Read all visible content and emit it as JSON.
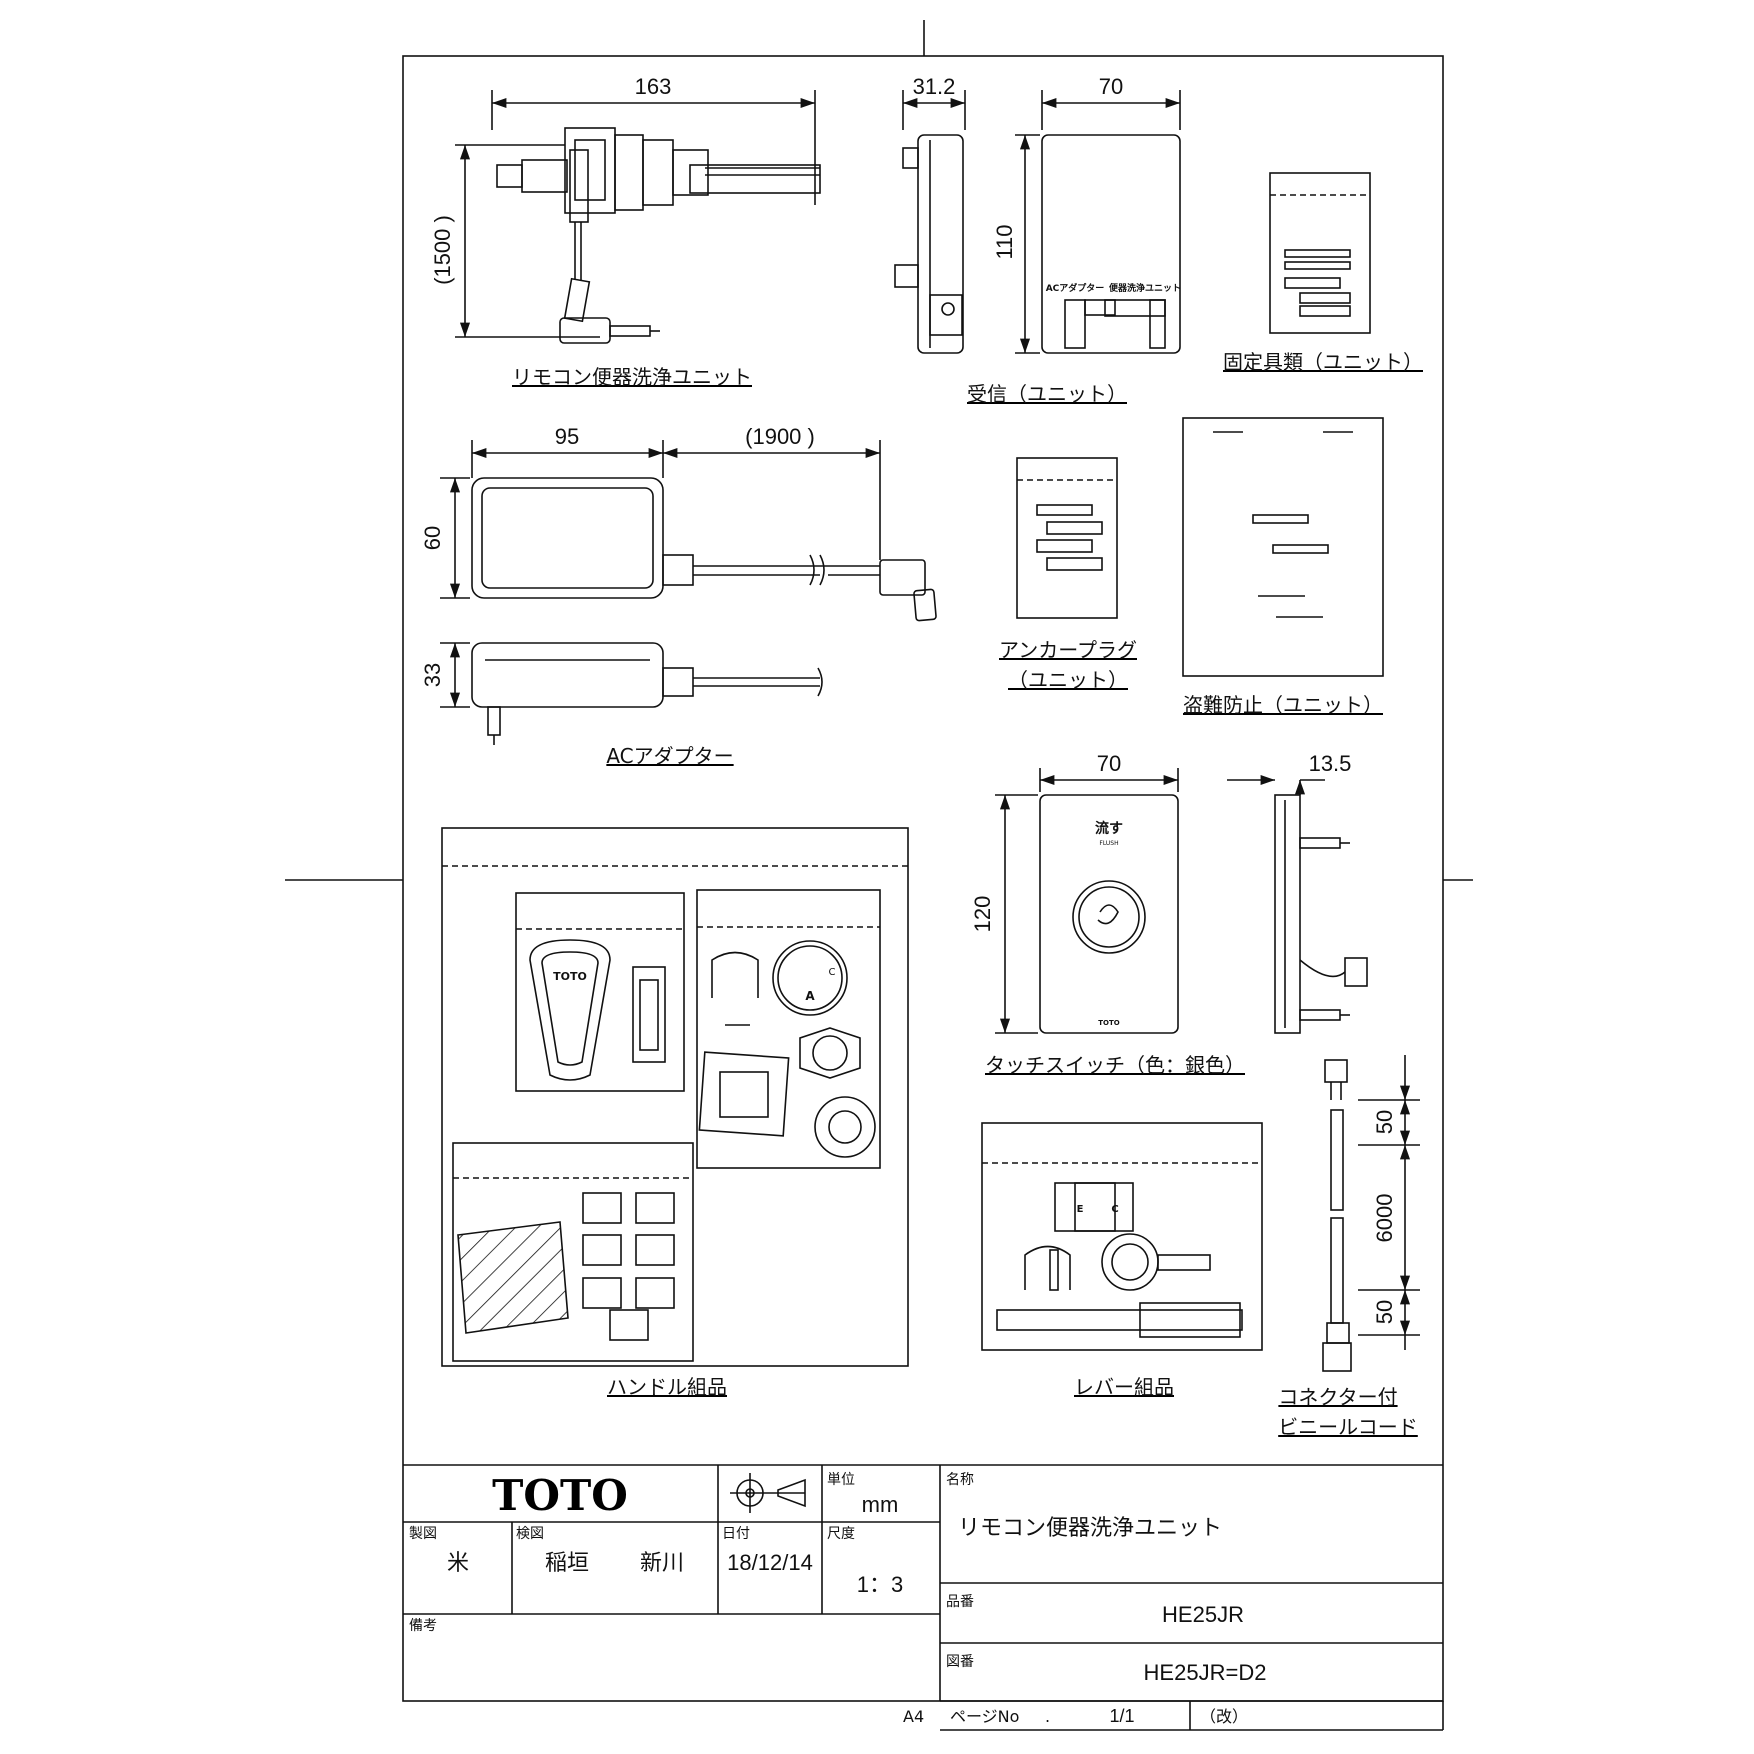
{
  "dimensions": {
    "unit_width": "163",
    "unit_height": "(1500 )",
    "receiver_depth": "31.2",
    "receiver_width": "70",
    "receiver_height": "110",
    "adapter_width": "95",
    "adapter_cord": "(1900 )",
    "adapter_height": "60",
    "adapter_depth": "33",
    "switch_width": "70",
    "switch_depth": "13.5",
    "switch_height": "120",
    "cord_end_a": "50",
    "cord_length": "6000",
    "cord_end_b": "50"
  },
  "labels": {
    "flush_unit": "リモコン便器洗浄ユニット",
    "receiver": "受信（ユニット）",
    "fixings": "固定具類（ユニット）",
    "ac_adapter": "ACアダプター",
    "anchor_plug_1": "アンカープラグ",
    "anchor_plug_2": "（ユニット）",
    "anti_theft": "盗難防止（ユニット）",
    "touch_switch": "タッチスイッチ（色：銀色）",
    "handle_set": "ハンドル組品",
    "lever_set": "レバー組品",
    "cord_1": "コネクター付",
    "cord_2": "ビニールコード"
  },
  "part_text": {
    "receiver_ac": "ACアダプター",
    "receiver_unit": "便器洗浄ユニット",
    "switch_flush_jp": "流す",
    "switch_flush_en": "FLUSH",
    "brand_small": "TOTO",
    "handle_brand": "TOTO",
    "lever_e": "E",
    "lever_c": "C",
    "handle_a": "A",
    "handle_c": "C"
  },
  "title_block": {
    "logo": "TOTO",
    "unit_label": "単位",
    "unit_value": "mm",
    "name_label": "名称",
    "name_value": "リモコン便器洗浄ユニット",
    "drawn_label": "製図",
    "drawn_value": "米",
    "checked_label": "検図",
    "checked_value_1": "稲垣",
    "checked_value_2": "新川",
    "date_label": "日付",
    "date_value": "18/12/14",
    "scale_label": "尺度",
    "scale_value": "1：3",
    "part_no_label": "品番",
    "part_no_value": "HE25JR",
    "drawing_no_label": "図番",
    "drawing_no_value": "HE25JR=D2",
    "remarks_label": "備考",
    "paper_size": "A4",
    "page_label": "ページNo",
    "page_dot": ".",
    "page_value": "1/1",
    "revision_label": "（改）"
  },
  "colors": {
    "ink": "#111111",
    "paper": "#ffffff"
  }
}
